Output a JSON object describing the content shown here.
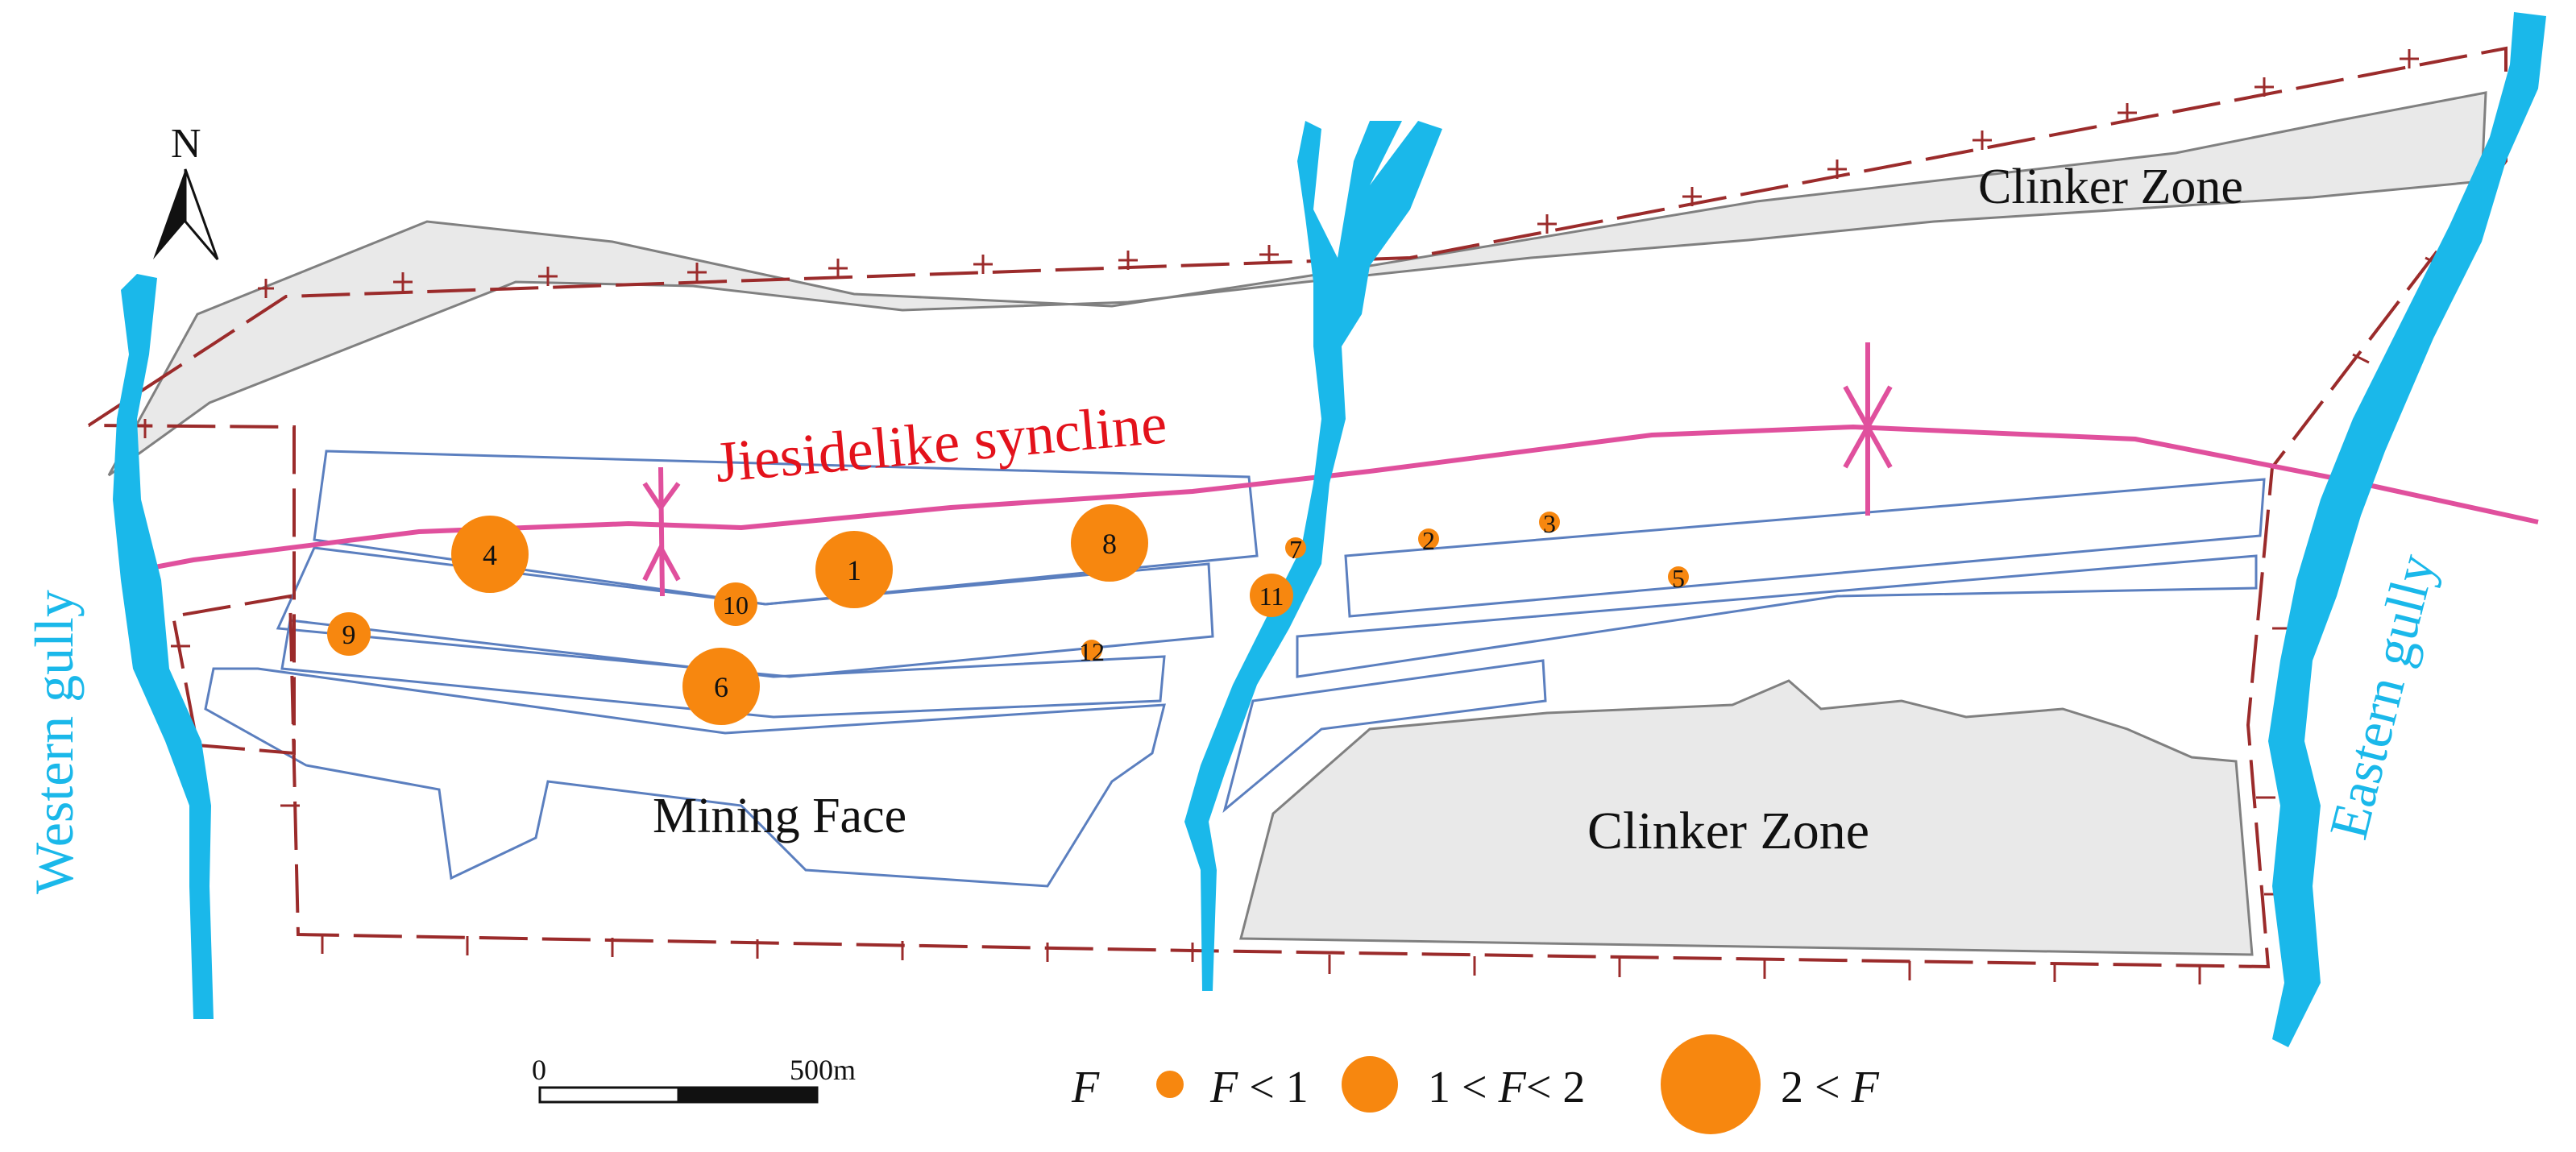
{
  "labels": {
    "clinker_zone_north": "Clinker Zone",
    "clinker_zone_south": "Clinker Zone",
    "mining_face": "Mining Face",
    "syncline": "Jiesidelike syncline",
    "western_gully": "Western  gully",
    "eastern_gully": "Eastern gully",
    "north": "N"
  },
  "scale_bar": {
    "start": "0",
    "end": "500m"
  },
  "legend": {
    "title": "F",
    "items": [
      {
        "label_pre": "F",
        "label_post": " < 1"
      },
      {
        "label_pre": "1 < ",
        "label_mid": "F",
        "label_post": "< 2"
      },
      {
        "label_pre": "2 < ",
        "label_mid": "F",
        "label_post": ""
      }
    ]
  },
  "points": [
    {
      "id": "1",
      "class": "large"
    },
    {
      "id": "2",
      "class": "small"
    },
    {
      "id": "3",
      "class": "small"
    },
    {
      "id": "4",
      "class": "large"
    },
    {
      "id": "5",
      "class": "small"
    },
    {
      "id": "6",
      "class": "large"
    },
    {
      "id": "7",
      "class": "small"
    },
    {
      "id": "8",
      "class": "large"
    },
    {
      "id": "9",
      "class": "medium"
    },
    {
      "id": "10",
      "class": "medium"
    },
    {
      "id": "11",
      "class": "medium"
    },
    {
      "id": "12",
      "class": "small"
    }
  ],
  "colors": {
    "water": "#1ab8ea",
    "clinker": "#e8e8e8",
    "boundary": "#9b2b2b",
    "syncline": "#e0509d",
    "syncline_label": "#e3121b",
    "mining_face": "#5b7fbf",
    "point": "#f7870f"
  }
}
